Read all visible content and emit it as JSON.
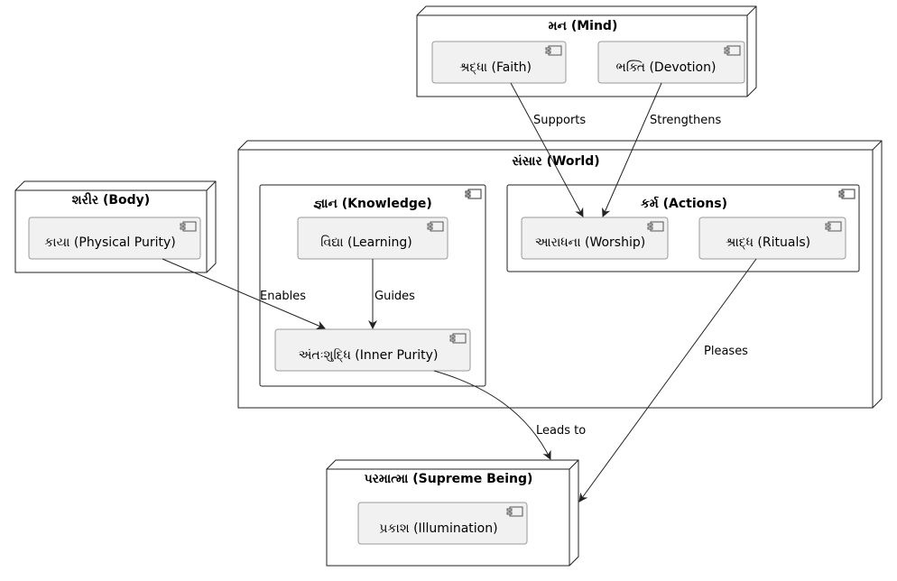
{
  "nodes": {
    "mind": "મન (Mind)",
    "world": "સંસાર (World)",
    "body": "શરીર (Body)",
    "supreme": "પરમાત્મા (Supreme Being)"
  },
  "packages": {
    "knowledge": "જ્ઞાન (Knowledge)",
    "actions": "કર્મ (Actions)"
  },
  "components": {
    "faith": "શ્રદ્ધા (Faith)",
    "devotion": "ભક્તિ (Devotion)",
    "learning": "વિદ્યા (Learning)",
    "inner_purity": "અંતઃશુદ્ધિ (Inner Purity)",
    "worship": "આરાધના (Worship)",
    "rituals": "શ્રાદ્ધ (Rituals)",
    "physical_purity": "કાયા (Physical Purity)",
    "illumination": "પ્રકાશ (Illumination)"
  },
  "edges": {
    "supports": "Supports",
    "strengthens": "Strengthens",
    "enables": "Enables",
    "guides": "Guides",
    "pleases": "Pleases",
    "leads_to": "Leads to"
  },
  "colors": {
    "stroke": "#222222",
    "component_fill": "#f1f1f1",
    "component_stroke": "#999999",
    "background": "#ffffff"
  }
}
